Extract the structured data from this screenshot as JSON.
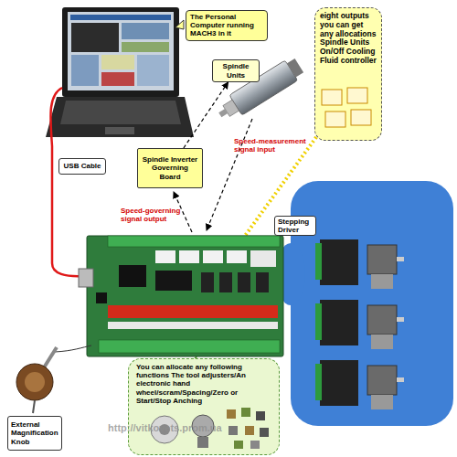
{
  "diagram": {
    "nodes": [
      {
        "text": [
          "The Personal Computer running MACH3 in it"
        ]
      },
      {
        "text": [
          "eight outputs you can get any allocations Spindle Units On/Off Cooling Fluid controller"
        ]
      },
      {
        "text": [
          "Spindle Units"
        ]
      },
      {
        "text": [
          "Spindle Inverter Governing Board"
        ]
      },
      {
        "text": [
          "USB Cable"
        ]
      },
      {
        "text": [
          "Stepping Driver"
        ]
      },
      {
        "text": [
          "You can allocate any following functions The tool adjusters/An electronic hand wheel/scram/Spacing/Zero or Start/Stop Anching"
        ]
      },
      {
        "text": [
          "External Magnification Knob"
        ]
      }
    ],
    "edges": [
      {
        "from": 3,
        "to": 2,
        "arrow": "to"
      }
    ],
    "labels": [
      "Speed-measurement signal input",
      "Speed-governing signal output",
      "http://vitkovets.prom.ua"
    ]
  }
}
